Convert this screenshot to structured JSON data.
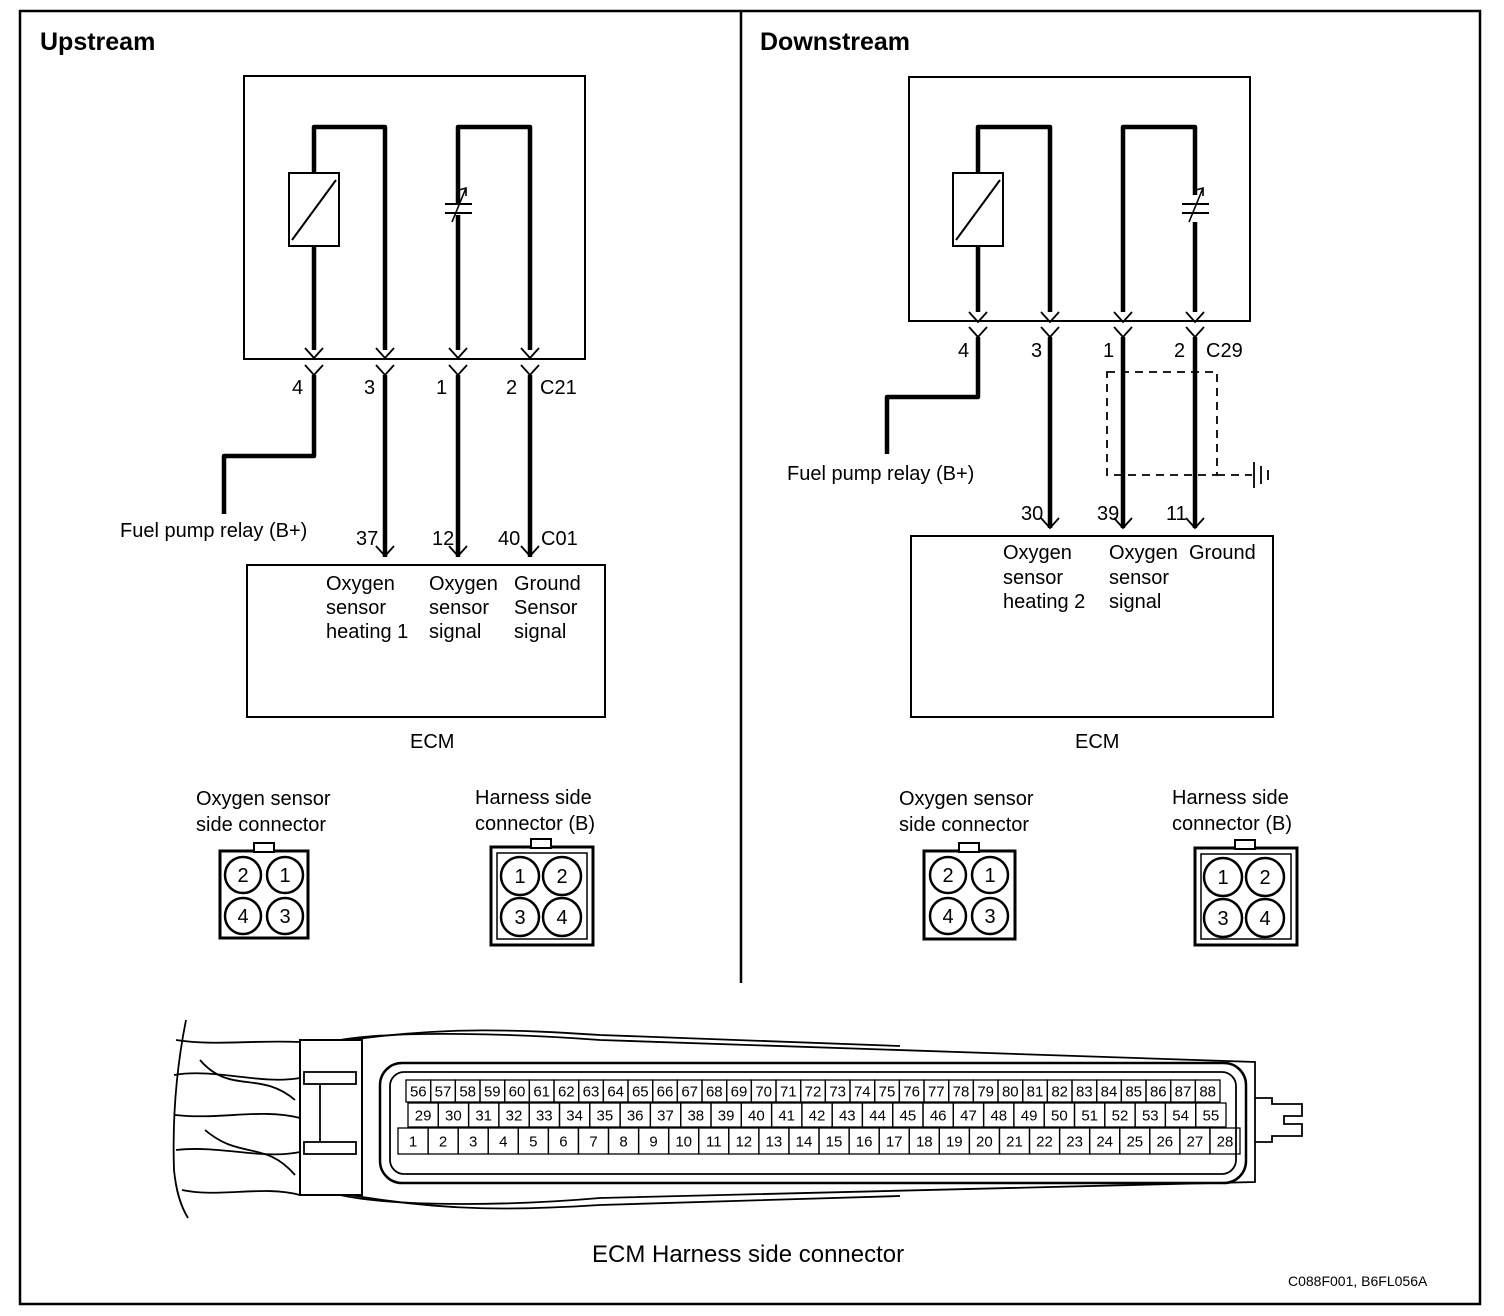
{
  "upstream": {
    "title": "Upstream",
    "sensor_pins": [
      "4",
      "3",
      "1",
      "2"
    ],
    "sensor_connector_id": "C21",
    "relay_label": "Fuel pump relay (B+)",
    "ecm_pins": [
      "37",
      "12",
      "40"
    ],
    "ecm_connector_id": "C01",
    "ecm_signals": [
      [
        "Oxygen",
        "sensor",
        "heating 1"
      ],
      [
        "Oxygen",
        "sensor",
        "signal"
      ],
      [
        "Ground",
        "Sensor",
        "signal"
      ]
    ],
    "ecm_label": "ECM",
    "sensor_connector_caption": [
      "Oxygen sensor",
      "side connector"
    ],
    "sensor_connector_numbers": [
      "2",
      "1",
      "4",
      "3"
    ],
    "harness_connector_caption": [
      "Harness side",
      "connector (B)"
    ],
    "harness_connector_numbers": [
      "1",
      "2",
      "3",
      "4"
    ]
  },
  "downstream": {
    "title": "Downstream",
    "sensor_pins": [
      "4",
      "3",
      "1",
      "2"
    ],
    "sensor_connector_id": "C29",
    "relay_label": "Fuel pump relay (B+)",
    "ecm_pins": [
      "30",
      "39",
      "11"
    ],
    "ecm_signals": [
      [
        "Oxygen",
        "sensor",
        "heating 2"
      ],
      [
        "Oxygen",
        "sensor",
        "signal"
      ],
      [
        "Ground"
      ]
    ],
    "ecm_label": "ECM",
    "sensor_connector_caption": [
      "Oxygen sensor",
      "side connector"
    ],
    "sensor_connector_numbers": [
      "2",
      "1",
      "4",
      "3"
    ],
    "harness_connector_caption": [
      "Harness side",
      "connector (B)"
    ],
    "harness_connector_numbers": [
      "1",
      "2",
      "3",
      "4"
    ]
  },
  "ecm_connector": {
    "caption": "ECM Harness side connector",
    "row_top": [
      "56",
      "57",
      "58",
      "59",
      "60",
      "61",
      "62",
      "63",
      "64",
      "65",
      "66",
      "67",
      "68",
      "69",
      "70",
      "71",
      "72",
      "73",
      "74",
      "75",
      "76",
      "77",
      "78",
      "79",
      "80",
      "81",
      "82",
      "83",
      "84",
      "85",
      "86",
      "87",
      "88"
    ],
    "row_middle": [
      "29",
      "30",
      "31",
      "32",
      "33",
      "34",
      "35",
      "36",
      "37",
      "38",
      "39",
      "40",
      "41",
      "42",
      "43",
      "44",
      "45",
      "46",
      "47",
      "48",
      "49",
      "50",
      "51",
      "52",
      "53",
      "54",
      "55"
    ],
    "row_bottom": [
      "1",
      "2",
      "3",
      "4",
      "5",
      "6",
      "7",
      "8",
      "9",
      "10",
      "11",
      "12",
      "13",
      "14",
      "15",
      "16",
      "17",
      "18",
      "19",
      "20",
      "21",
      "22",
      "23",
      "24",
      "25",
      "26",
      "27",
      "28"
    ]
  },
  "reference_code": "C088F001, B6FL056A"
}
